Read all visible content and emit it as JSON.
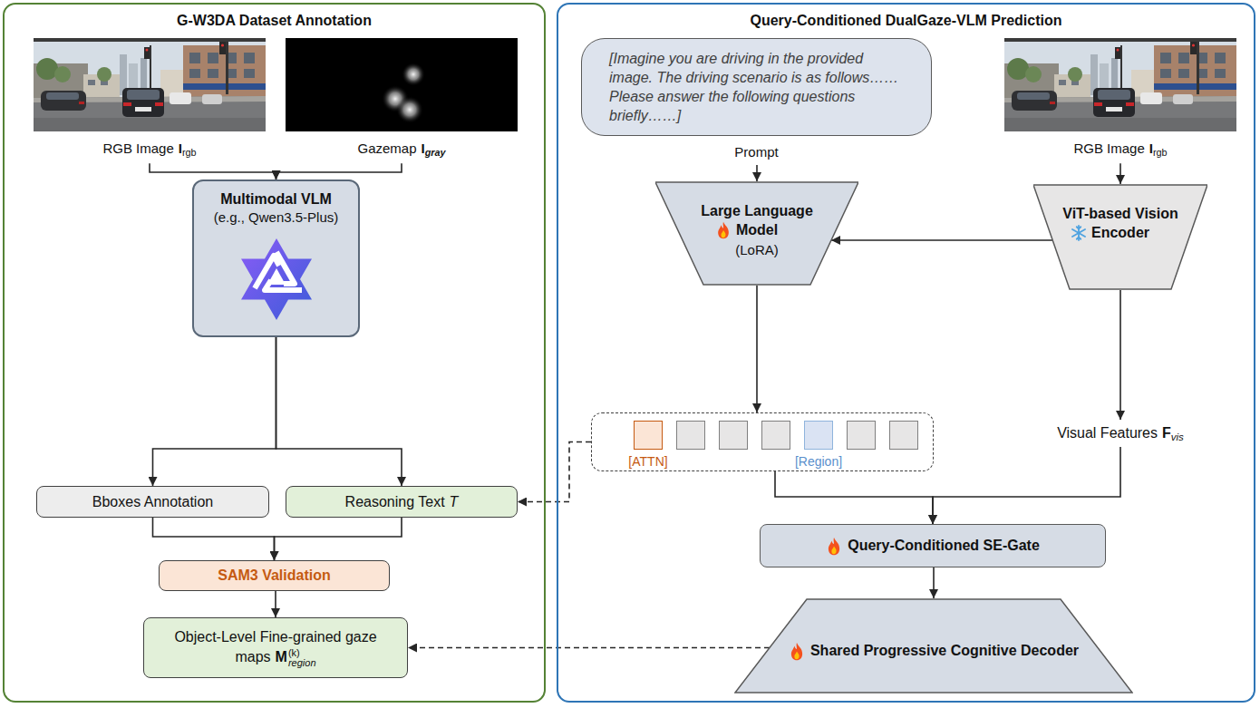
{
  "diagram": {
    "nodes": [
      {
        "text": [
          "G-W3DA Dataset Annotation"
        ]
      },
      {
        "text": [
          "Query-Conditioned DualGaze-VLM Prediction"
        ]
      },
      {
        "text": [
          "RGB Image",
          "I",
          "rgb"
        ],
        "in": 0
      },
      {
        "text": [
          "Gazemap",
          "I",
          "gray"
        ],
        "in": 0
      },
      {
        "text": [
          "Multimodal VLM",
          "(e.g., Qwen3.5-Plus)"
        ],
        "in": 0
      },
      {
        "text": [
          "Bboxes Annotation"
        ],
        "in": 0
      },
      {
        "text": [
          "Reasoning Text",
          "T"
        ],
        "in": 0
      },
      {
        "text": [
          "SAM3 Validation"
        ],
        "in": 0
      },
      {
        "text": [
          "Object-Level Fine-grained gaze maps",
          "M",
          "(k)",
          "region"
        ],
        "in": 0
      },
      {
        "text": [
          "[Imagine you are driving in the provided image. The driving scenario is as follows……Please answer the following questions briefly……]",
          "Prompt"
        ],
        "in": 1
      },
      {
        "text": [
          "RGB Image",
          "I",
          "rgb"
        ],
        "in": 1
      },
      {
        "text": [
          "Large Language Model",
          "(LoRA)"
        ],
        "in": 1
      },
      {
        "text": [
          "ViT-based Vision Encoder"
        ],
        "in": 1
      },
      {
        "text": [
          "[ATTN]",
          "[Region]"
        ],
        "in": 1
      },
      {
        "text": [
          "Visual Features",
          "F",
          "vis"
        ],
        "in": 1
      },
      {
        "text": [
          "Query-Conditioned SE-Gate"
        ],
        "in": 1
      },
      {
        "text": [
          "Shared Progressive Cognitive Decoder"
        ],
        "in": 1
      }
    ],
    "edges": [
      {
        "from": 2,
        "to": 4,
        "arrow": "to"
      },
      {
        "from": 3,
        "to": 4,
        "arrow": "to"
      },
      {
        "from": 4,
        "to": 5,
        "arrow": "to"
      },
      {
        "from": 4,
        "to": 6,
        "arrow": "to"
      },
      {
        "from": 5,
        "to": 7,
        "arrow": "to"
      },
      {
        "from": 6,
        "to": 7,
        "arrow": "to"
      },
      {
        "from": 7,
        "to": 8,
        "arrow": "to"
      },
      {
        "from": 9,
        "to": 11,
        "arrow": "to"
      },
      {
        "from": 10,
        "to": 12,
        "arrow": "to"
      },
      {
        "from": 12,
        "to": 11,
        "arrow": "to"
      },
      {
        "from": 11,
        "to": 13,
        "arrow": "to"
      },
      {
        "from": 13,
        "to": 6,
        "arrow": "to"
      },
      {
        "from": 12,
        "to": 14,
        "arrow": "to"
      },
      {
        "from": 13,
        "to": 15,
        "arrow": "to"
      },
      {
        "from": 14,
        "to": 15,
        "arrow": "to"
      },
      {
        "from": 15,
        "to": 16,
        "arrow": "to"
      },
      {
        "from": 16,
        "to": 8,
        "arrow": "to"
      }
    ]
  }
}
